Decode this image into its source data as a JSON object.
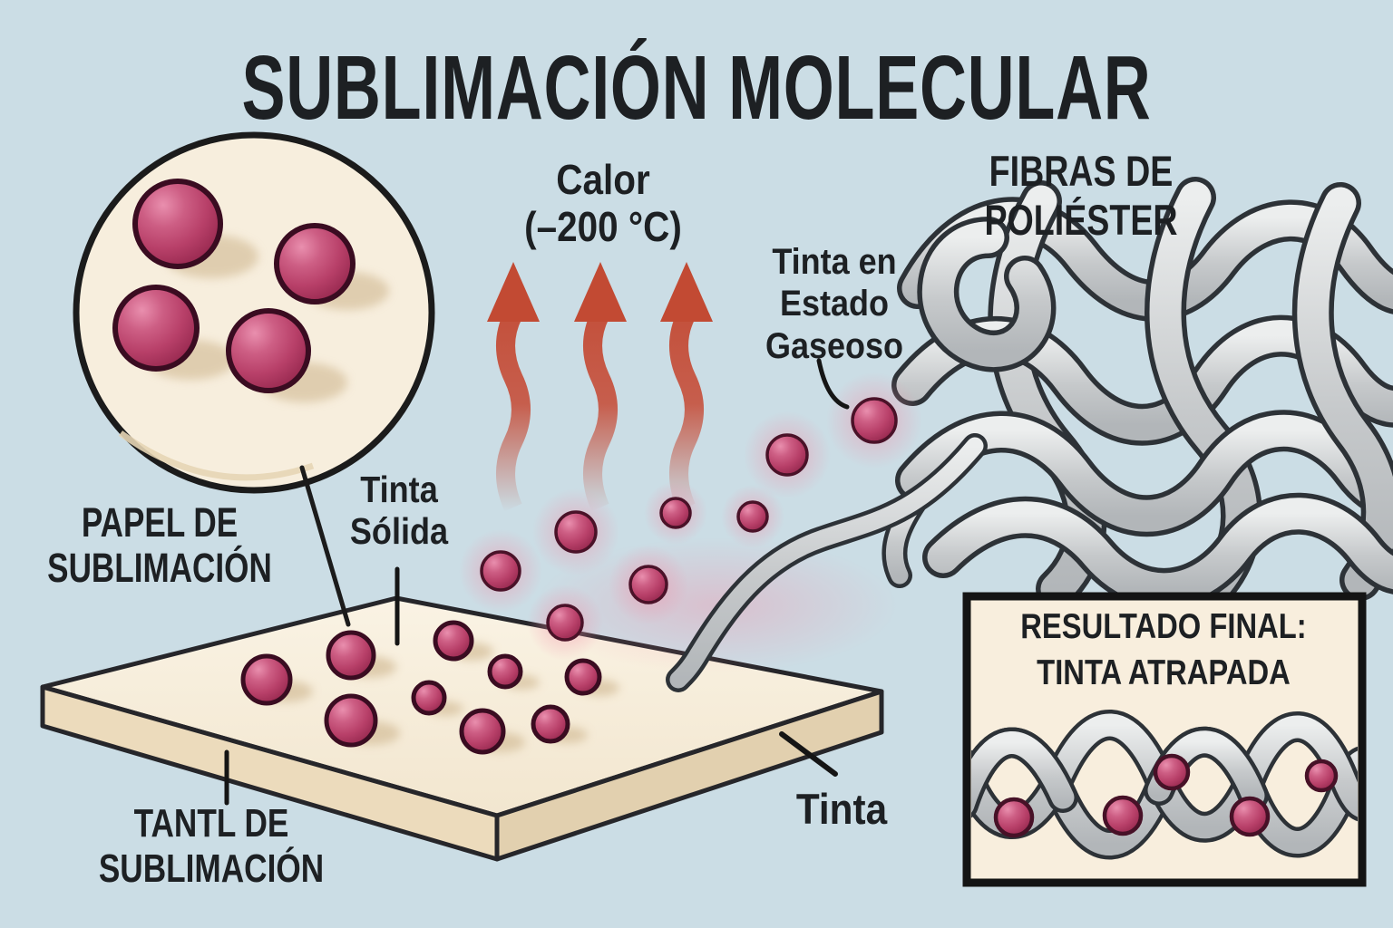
{
  "title": "SUBLIMACIÓN MOLECULAR",
  "labels": {
    "heat_line1": "Calor",
    "heat_line2": "(–200 °C)",
    "fibers": "FIBRAS DE POLIÉSTER",
    "gas_line1": "Tinta en",
    "gas_line2": "Estado",
    "gas_line3": "Gaseoso",
    "paper_line1": "PAPEL DE",
    "paper_line2": "SUBLIMACIÓN",
    "solid_line1": "Tinta",
    "solid_line2": "Sólida",
    "substrate_line1": "TANTL DE",
    "substrate_line2": "SUBLIMACIÓN",
    "ink": "Tinta",
    "result_line1": "RESULTADO FINAL:",
    "result_line2": "TINTA ATRAPADA"
  },
  "colors": {
    "background": "#cbdde5",
    "ink_pink": "#c04a72",
    "ink_outline": "#3a0c21",
    "heat_red": "#c24a33",
    "fiber_gray": "#c6c9cb",
    "fiber_outline": "#2d3237",
    "paper_cream": "#f7eedd",
    "paper_edge": "#e8d7b8",
    "text": "#1d2023",
    "line": "#1a1a1a"
  },
  "figure": {
    "heat_arrow_count": 3,
    "magnifier_molecule_count": 4,
    "paper_molecule_count": 9,
    "gas_molecule_count": 8,
    "trapped_molecule_count": 5
  }
}
